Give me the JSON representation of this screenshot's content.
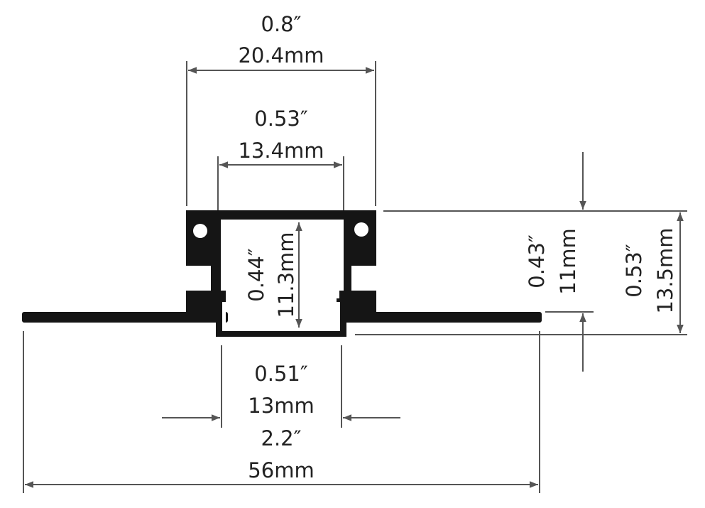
{
  "colors": {
    "profile": "#151515",
    "dimension": "#555555",
    "text": "#222222",
    "background": "#ffffff"
  },
  "dimensions": {
    "overall_width": {
      "inch": "2.2″",
      "mm": "56mm"
    },
    "top_outer_width": {
      "inch": "0.8″",
      "mm": "20.4mm"
    },
    "top_inner_width": {
      "inch": "0.53″",
      "mm": "13.4mm"
    },
    "bottom_inner_width": {
      "inch": "0.51″",
      "mm": "13mm"
    },
    "inner_depth": {
      "inch": "0.44″",
      "mm": "11.3mm"
    },
    "flange_height": {
      "inch": "0.43″",
      "mm": "11mm"
    },
    "total_height": {
      "inch": "0.53″",
      "mm": "13.5mm"
    }
  }
}
